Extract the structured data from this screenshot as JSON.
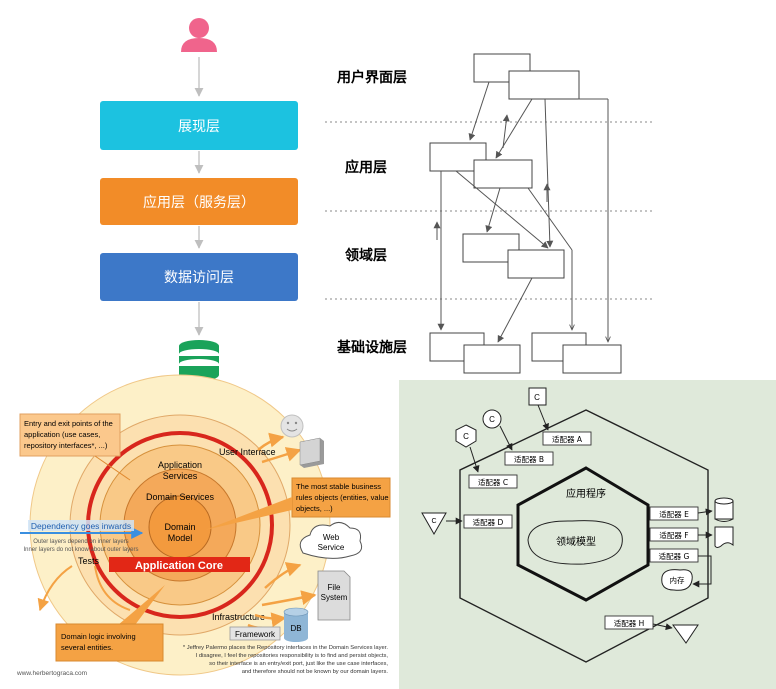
{
  "stack": {
    "presentation": "展现层",
    "application": "应用层（服务层）",
    "data_access": "数据访问层",
    "colors": {
      "presentation": "#1cc2e0",
      "application": "#f28c28",
      "data_access": "#3d78c8",
      "user": "#f0648c",
      "db": "#1aa35a"
    }
  },
  "layers": {
    "ui": "用户界面层",
    "app": "应用层",
    "domain": "领域层",
    "infra": "基础设施层"
  },
  "onion": {
    "callout_entry": [
      "Entry and exit points of the",
      "application (use cases,",
      "repository interfaces*, ...)"
    ],
    "user_interface": "User Interface",
    "app_services": [
      "Application",
      "Services"
    ],
    "domain_services": "Domain Services",
    "domain_model": [
      "Domain",
      "Model"
    ],
    "callout_stable": [
      "The most stable business",
      "rules objects (entities, value",
      "objects, ...)"
    ],
    "dependency_title": "Dependency goes inwards",
    "dependency_sub": [
      "Outer layers depend on inner layers",
      "Inner layers do not know about outer layers"
    ],
    "tests": "Tests",
    "app_core": "Application Core",
    "web_service": [
      "Web",
      "Service"
    ],
    "file_system": [
      "File",
      "System"
    ],
    "infrastructure": "Infrastructure",
    "framework": "Framework",
    "db": "DB",
    "callout_domain_logic": [
      "Domain logic involving",
      "several entities."
    ],
    "footnote": [
      "* Jeffrey Palermo places the Repository interfaces in the Domain Services layer.",
      "I disagree, I feel the repositories responsibility is to find and persist objects,",
      "so their interface is an entry/exit port, just like the use case interfaces,",
      "and therefore should not be known by our domain layers."
    ],
    "website": "www.herbertograca.com"
  },
  "hex": {
    "adapters": {
      "a": "适配器 A",
      "b": "适配器 B",
      "c": "适配器 C",
      "d": "适配器 D",
      "e": "适配器 E",
      "f": "适配器 F",
      "g": "适配器 G",
      "h": "适配器 H"
    },
    "app_program": "应用程序",
    "domain_model": "领域模型",
    "memory": "内存",
    "c": "C",
    "bg": "#dfe9da"
  }
}
